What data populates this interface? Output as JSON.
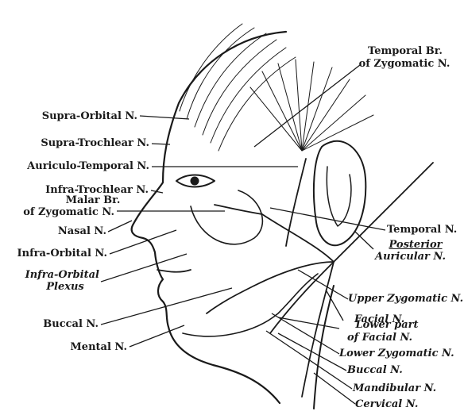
{
  "labels": {
    "supra_orbital": "Supra-Orbital N.",
    "supra_trochlear": "Supra-Trochlear N.",
    "auriculo_temporal": "Auriculo-Temporal N.",
    "infra_trochlear": "Infra-Trochlear N.",
    "malar_line1": "Malar Br.",
    "malar_line2": "of Zygomatic N.",
    "nasal": "Nasal N.",
    "infra_orbital": "Infra-Orbital N.",
    "infra_orbital_plexus_line1": "Infra-Orbital",
    "infra_orbital_plexus_line2": "Plexus",
    "buccal_left": "Buccal N.",
    "mental": "Mental N.",
    "temporal_br_line1": "Temporal Br.",
    "temporal_br_line2": "of Zygomatic N.",
    "temporal": "Temporal N.",
    "posterior_auricular_line1": "Posterior",
    "posterior_auricular_line2": "Auricular N.",
    "upper_zygomatic": "Upper Zygomatic N.",
    "facial": "Facial N.",
    "lower_part_line1": "Lower part",
    "lower_part_line2": "of Facial N.",
    "lower_zygomatic": "Lower Zygomatic N.",
    "buccal_right": "Buccal N.",
    "mandibular": "Mandibular N.",
    "cervical": "Cervical N."
  }
}
